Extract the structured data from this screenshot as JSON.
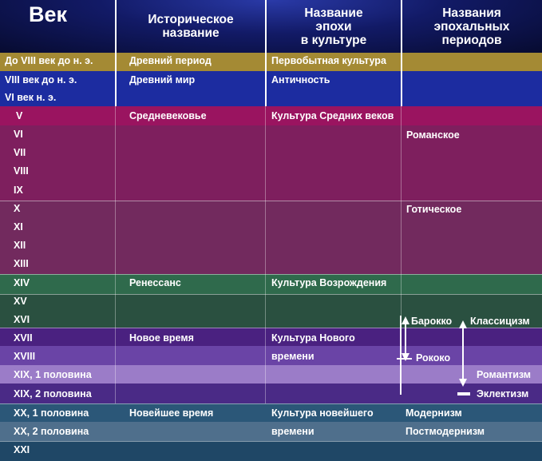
{
  "header": {
    "century": "Век",
    "historical_name": "Историческое\nназвание",
    "culture_epoch": "Название\nэпохи\nв культуре",
    "epochal_periods": "Названия\nэпохальных\nпериодов"
  },
  "rows": [
    {
      "century": "До VIII век до н. э.",
      "historical": "Древний период",
      "culture": "Первобытная культура",
      "period": ""
    },
    {
      "century": "VIII век до н. э.",
      "historical": "Древний мир",
      "culture": "Античность",
      "period": ""
    },
    {
      "century": "VI век н. э.",
      "historical": "",
      "culture": "",
      "period": ""
    },
    {
      "century": "V",
      "historical": "Средневековье",
      "culture": "Культура Средних веков",
      "period": ""
    },
    {
      "century": "VI",
      "historical": "",
      "culture": "",
      "period": "Романское"
    },
    {
      "century": "VII",
      "historical": "",
      "culture": "",
      "period": ""
    },
    {
      "century": "VIII",
      "historical": "",
      "culture": "",
      "period": ""
    },
    {
      "century": "IX",
      "historical": "",
      "culture": "",
      "period": ""
    },
    {
      "century": "X",
      "historical": "",
      "culture": "",
      "period": "Готическое"
    },
    {
      "century": "XI",
      "historical": "",
      "culture": "",
      "period": ""
    },
    {
      "century": "XII",
      "historical": "",
      "culture": "",
      "period": ""
    },
    {
      "century": "XIII",
      "historical": "",
      "culture": "",
      "period": ""
    },
    {
      "century": "XIV",
      "historical": "Ренессанс",
      "culture": "Культура Возрождения",
      "period": ""
    },
    {
      "century": "XV",
      "historical": "",
      "culture": "",
      "period": ""
    },
    {
      "century": "XVI",
      "historical": "",
      "culture": "",
      "period": ""
    },
    {
      "century": "XVII",
      "historical": "Новое время",
      "culture": "Культура Нового",
      "period": ""
    },
    {
      "century": "XVIII",
      "historical": "",
      "culture": "времени",
      "period": ""
    },
    {
      "century": "XIX, 1 половина",
      "historical": "",
      "culture": "",
      "period": ""
    },
    {
      "century": "XIX, 2 половина",
      "historical": "",
      "culture": "",
      "period": ""
    },
    {
      "century": "XX, 1 половина",
      "historical": "Новейшее время",
      "culture": "Культура новейшего",
      "period": "Модернизм"
    },
    {
      "century": "XX, 2 половина",
      "historical": "",
      "culture": "времени",
      "period": "Постмодернизм"
    },
    {
      "century": "XXI",
      "historical": "",
      "culture": "",
      "period": ""
    }
  ],
  "style_labels": {
    "baroque": "Барокко",
    "classicism": "Классицизм",
    "rococo": "Рококо",
    "romanticism": "Романтизм",
    "eclecticism": "Эклектизм"
  },
  "colors": {
    "primitive": "#a48a34",
    "antiquity": "#1a2a9c",
    "middle_ages_top": "#9a1460",
    "middle_ages": "#7a1f5c",
    "renaissance": "#2f6a4a",
    "new_time": "#4f2a8a",
    "xix_first_half": "#9b7cc8",
    "modern": "#2c5a7c"
  }
}
